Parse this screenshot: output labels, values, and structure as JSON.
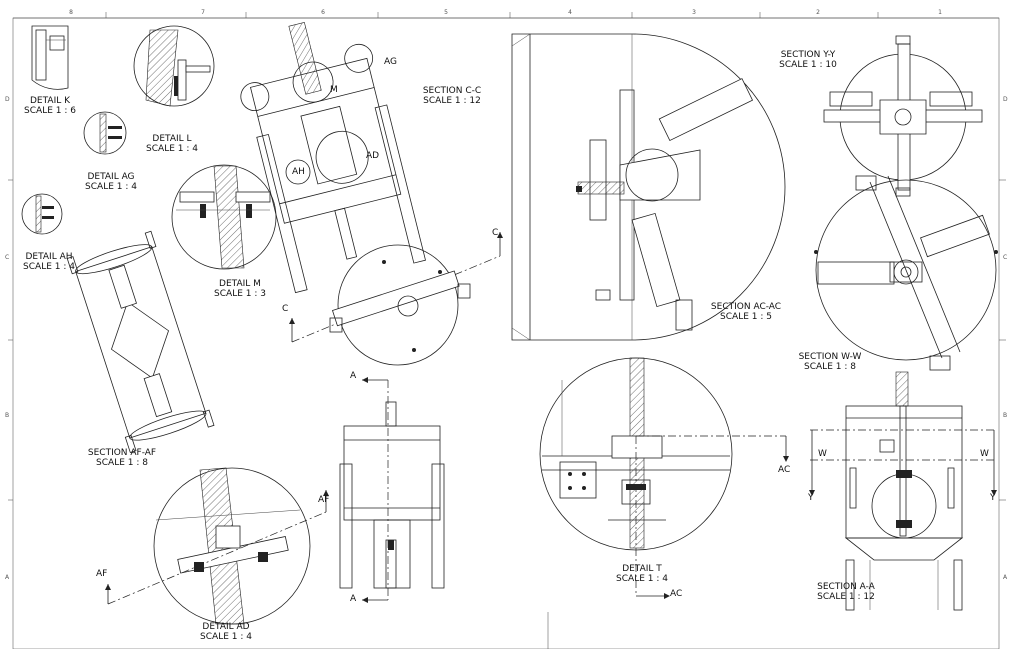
{
  "sheet": {
    "columns": [
      "8",
      "7",
      "6",
      "5",
      "4",
      "3",
      "2",
      "1"
    ],
    "rows": [
      "D",
      "C",
      "B",
      "A"
    ]
  },
  "views": [
    {
      "id": "detail-k",
      "title": "DETAIL K",
      "scale": "SCALE 1 : 6"
    },
    {
      "id": "detail-l",
      "title": "DETAIL L",
      "scale": "SCALE 1 : 4"
    },
    {
      "id": "detail-ag",
      "title": "DETAIL AG",
      "scale": "SCALE 1 : 4"
    },
    {
      "id": "detail-ah",
      "title": "DETAIL AH",
      "scale": "SCALE 1 : 4"
    },
    {
      "id": "detail-m",
      "title": "DETAIL M",
      "scale": "SCALE 1 : 3"
    },
    {
      "id": "section-cc",
      "title": "SECTION C-C",
      "scale": "SCALE 1 : 12"
    },
    {
      "id": "section-af",
      "title": "SECTION AF-AF",
      "scale": "SCALE 1 : 8"
    },
    {
      "id": "detail-ad",
      "title": "DETAIL AD",
      "scale": "SCALE 1 : 4"
    },
    {
      "id": "section-ac",
      "title": "SECTION AC-AC",
      "scale": "SCALE 1 : 5"
    },
    {
      "id": "section-yy",
      "title": "SECTION Y-Y",
      "scale": "SCALE 1 : 10"
    },
    {
      "id": "section-ww",
      "title": "SECTION W-W",
      "scale": "SCALE 1 : 8"
    },
    {
      "id": "detail-t",
      "title": "DETAIL T",
      "scale": "SCALE 1 : 4"
    },
    {
      "id": "section-aa",
      "title": "SECTION A-A",
      "scale": "SCALE 1 : 12"
    }
  ],
  "markers": {
    "c": "C",
    "a": "A",
    "af": "AF",
    "ac": "AC",
    "w": "W",
    "y": "Y",
    "ag": "AG",
    "m": "M",
    "ah": "AH",
    "ad": "AD"
  }
}
